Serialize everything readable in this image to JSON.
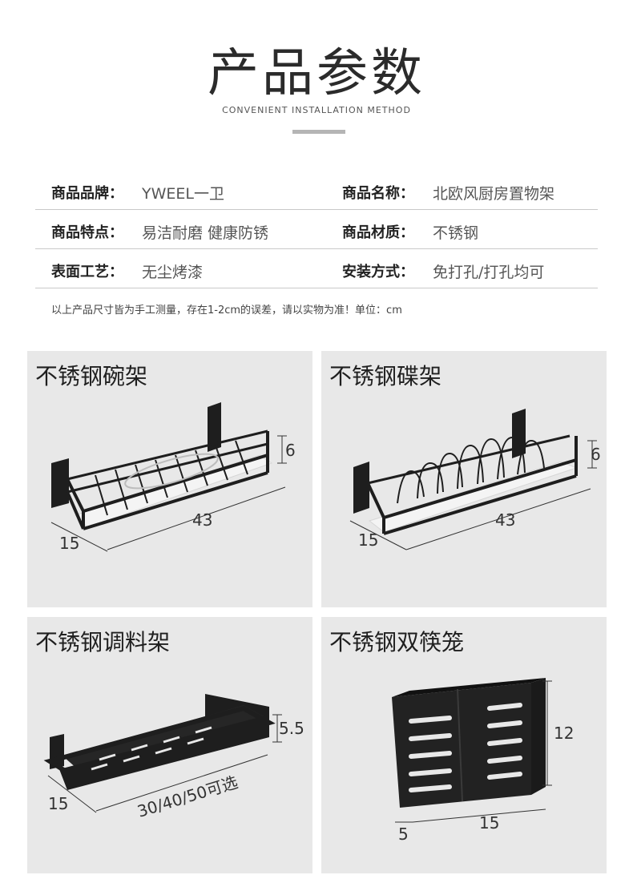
{
  "header": {
    "title": "产品参数",
    "subtitle": "CONVENIENT INSTALLATION METHOD"
  },
  "specs": [
    [
      {
        "key": "商品品牌：",
        "value": "YWEEL一卫"
      },
      {
        "key": "商品名称：",
        "value": "北欧风厨房置物架"
      }
    ],
    [
      {
        "key": "商品特点：",
        "value": "易洁耐磨 健康防锈"
      },
      {
        "key": "商品材质：",
        "value": "不锈钢"
      }
    ],
    [
      {
        "key": "表面工艺：",
        "value": "无尘烤漆"
      },
      {
        "key": "安装方式：",
        "value": "免打孔/打孔均可"
      }
    ]
  ],
  "note": "以上产品尺寸皆为手工测量，存在1-2cm的误差，请以实物为准！单位：cm",
  "products": [
    {
      "name": "不锈钢碗架",
      "dims": {
        "height": "6",
        "length": "43",
        "depth": "15"
      }
    },
    {
      "name": "不锈钢碟架",
      "dims": {
        "height": "6",
        "length": "43",
        "depth": "15"
      }
    },
    {
      "name": "不锈钢调料架",
      "dims": {
        "height": "5.5",
        "length": "30/40/50可选",
        "depth": "15"
      }
    },
    {
      "name": "不锈钢双筷笼",
      "dims": {
        "height": "12",
        "length": "15",
        "depth": "5"
      }
    }
  ],
  "colors": {
    "card_bg": "#e8e8e8",
    "product_black": "#1e1e1e",
    "divider": "#c9c9c9",
    "accent_bar": "#b5b5b5"
  }
}
